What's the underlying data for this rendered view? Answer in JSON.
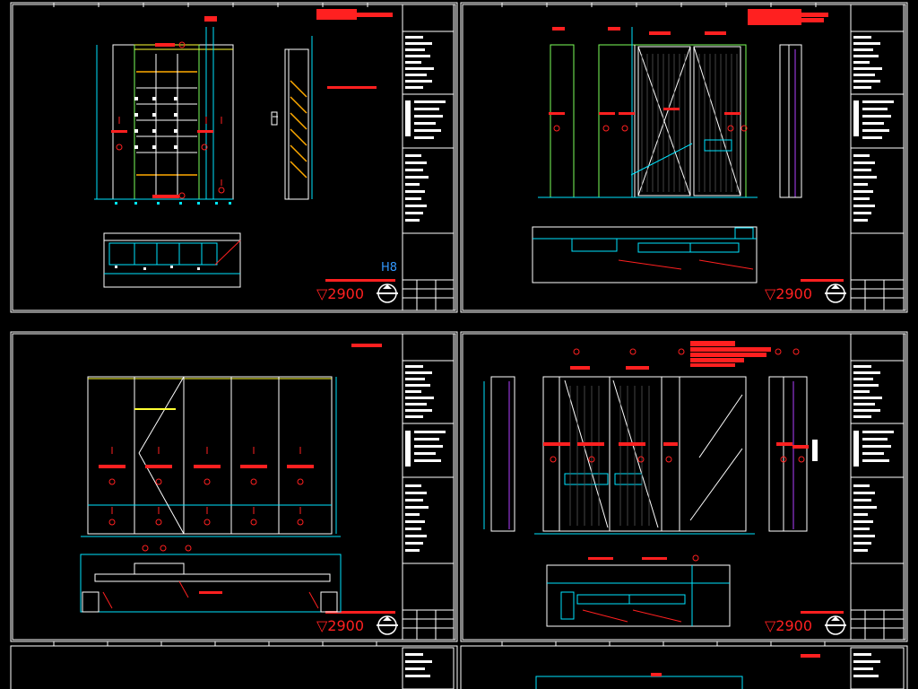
{
  "sheets": [
    {
      "level_label": "▽2900",
      "tag": "H8"
    },
    {
      "level_label": "▽2900"
    },
    {
      "level_label": "▽2900"
    },
    {
      "level_label": "▽2900"
    }
  ],
  "colors": {
    "background": "#000000",
    "primary": "#00e5ff",
    "annotation": "#ff2020",
    "title_block": "#ffffff",
    "tag": "#3399ff"
  },
  "icons": {
    "level_marker": "level-triangle-icon",
    "section_symbol": "section-circle-icon"
  }
}
